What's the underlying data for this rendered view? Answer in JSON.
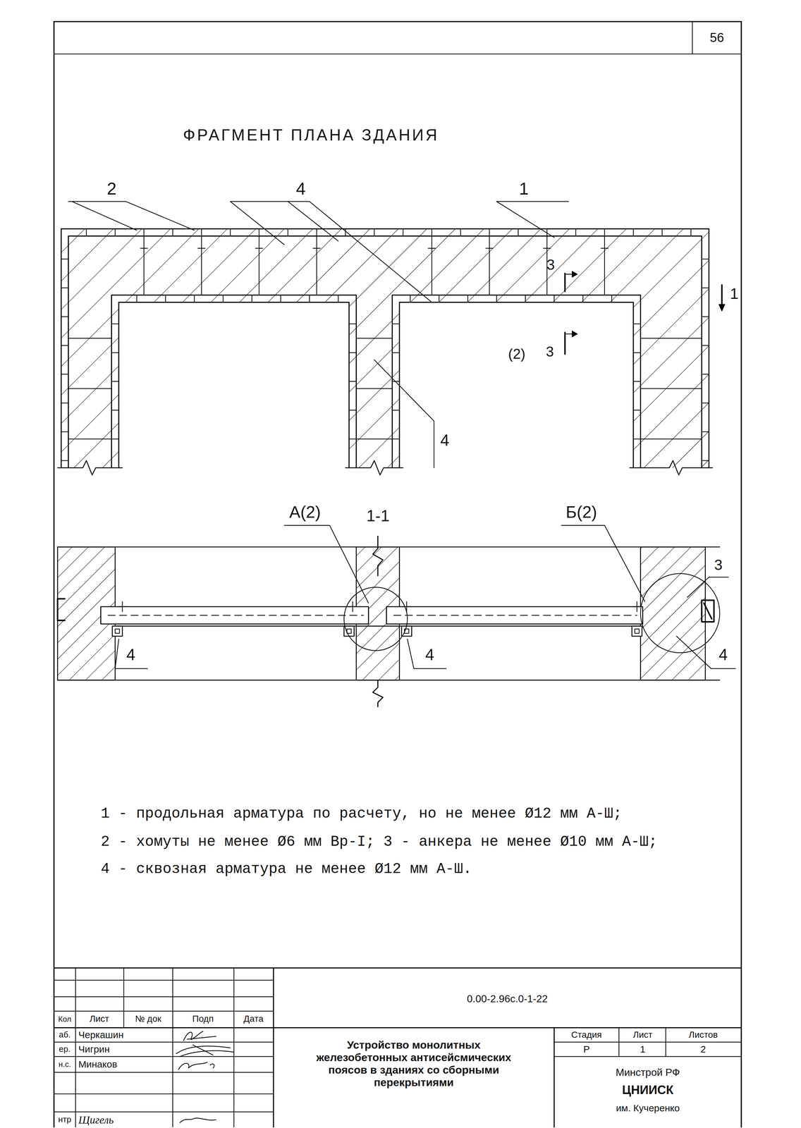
{
  "diagram": {
    "title": "ФРАГМЕНТ ПЛАНА ЗДАНИЯ",
    "labels": [
      "56",
      "2",
      "4",
      "1",
      "3",
      "1",
      "(2)",
      "3",
      "4",
      "А(2)",
      "1-1",
      "Б(2)",
      "3",
      "4",
      "4",
      "4",
      "1 - продольная арматура по расчету, но не менее Ø12 мм А-Ш;",
      "2 - хомуты не менее Ø6 мм Вр-I; 3 - анкера не менее Ø10 мм А-Ш;",
      "4 - сквозная арматура не менее Ø12 мм А-Ш.",
      "0.00-2.96с.0-1-22",
      "Кол",
      "Лист",
      "№ док",
      "Подп",
      "Дата",
      "аб.",
      "Черкашин",
      "ер.",
      "Чигрин",
      "н.с.",
      "Минаков",
      "нтр",
      "Щигель",
      "Устройство монолитных железобетонных антисейсмических поясов в зданиях со сборными перекрытиями",
      "Стадия",
      "Лист",
      "Листов",
      "Р",
      "1",
      "2",
      "Минстрой РФ",
      "ЦНИИСК",
      "им. Кучеренко"
    ]
  }
}
